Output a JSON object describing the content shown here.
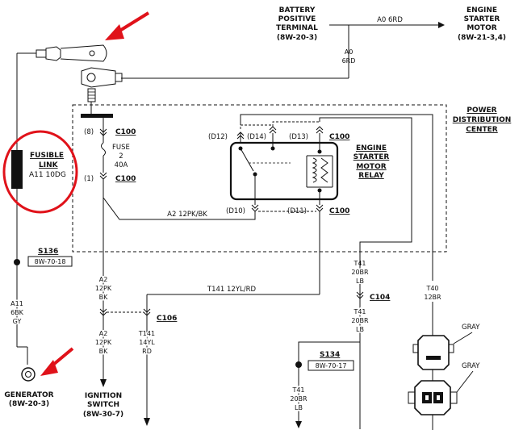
{
  "battery": {
    "line1": "BATTERY",
    "line2": "POSITIVE",
    "line3": "TERMINAL",
    "ref": "(8W-20-3)"
  },
  "starter_motor": {
    "line1": "ENGINE",
    "line2": "STARTER",
    "line3": "MOTOR",
    "ref": "(8W-21-3,4)"
  },
  "wire_a0_top": "A0 6RD",
  "wire_a0_vert": {
    "line1": "A0",
    "line2": "6RD"
  },
  "pdc": {
    "line1": "POWER",
    "line2": "DISTRIBUTION",
    "line3": "CENTER"
  },
  "fusible_link": {
    "line1": "FUSIBLE",
    "line2": "LINK",
    "line3": "A11 10DG"
  },
  "connectors": {
    "p8": "(8)",
    "p1": "(1)",
    "c100_top": "C100",
    "c100_mid": "C100",
    "d12": "(D12)",
    "d14": "(D14)",
    "d13": "(D13)",
    "c100_relay": "C100",
    "d10": "(D10)",
    "d11": "(D11)",
    "c100_bottom": "C100"
  },
  "fuse": {
    "line1": "FUSE",
    "line2": "2",
    "line3": "40A"
  },
  "relay": {
    "line1": "ENGINE",
    "line2": "STARTER",
    "line3": "MOTOR",
    "line4": "RELAY"
  },
  "wire_a2_horiz": "A2 12PK/BK",
  "s136": {
    "name": "S136",
    "ref": "8W-70-18"
  },
  "wire_a11": {
    "line1": "A11",
    "line2": "6BK",
    "line3": "GY"
  },
  "generator": {
    "line1": "GENERATOR",
    "line2": "(8W-20-3)"
  },
  "wire_a2_vert1": {
    "line1": "A2",
    "line2": "12PK",
    "line3": "BK"
  },
  "wire_t141_horiz": "T141 12YL/RD",
  "c106": "C106",
  "wire_a2_vert2": {
    "line1": "A2",
    "line2": "12PK",
    "line3": "BK"
  },
  "wire_t141_vert": {
    "line1": "T141",
    "line2": "14YL",
    "line3": "RD"
  },
  "ignition_switch": {
    "line1": "IGNITION",
    "line2": "SWITCH",
    "line3": "(8W-30-7)"
  },
  "wire_t41_upper": {
    "line1": "T41",
    "line2": "20BR",
    "line3": "LB"
  },
  "c104": "C104",
  "wire_t41_mid": {
    "line1": "T41",
    "line2": "20BR",
    "line3": "LB"
  },
  "s134": {
    "name": "S134",
    "ref": "8W-70-17"
  },
  "wire_t41_lower": {
    "line1": "T41",
    "line2": "20BR",
    "line3": "LB"
  },
  "wire_t40": {
    "line1": "T40",
    "line2": "12BR"
  },
  "gray1": "GRAY",
  "gray2": "GRAY",
  "colors": {
    "ink": "#111111",
    "annotation_red": "#e0121a"
  }
}
